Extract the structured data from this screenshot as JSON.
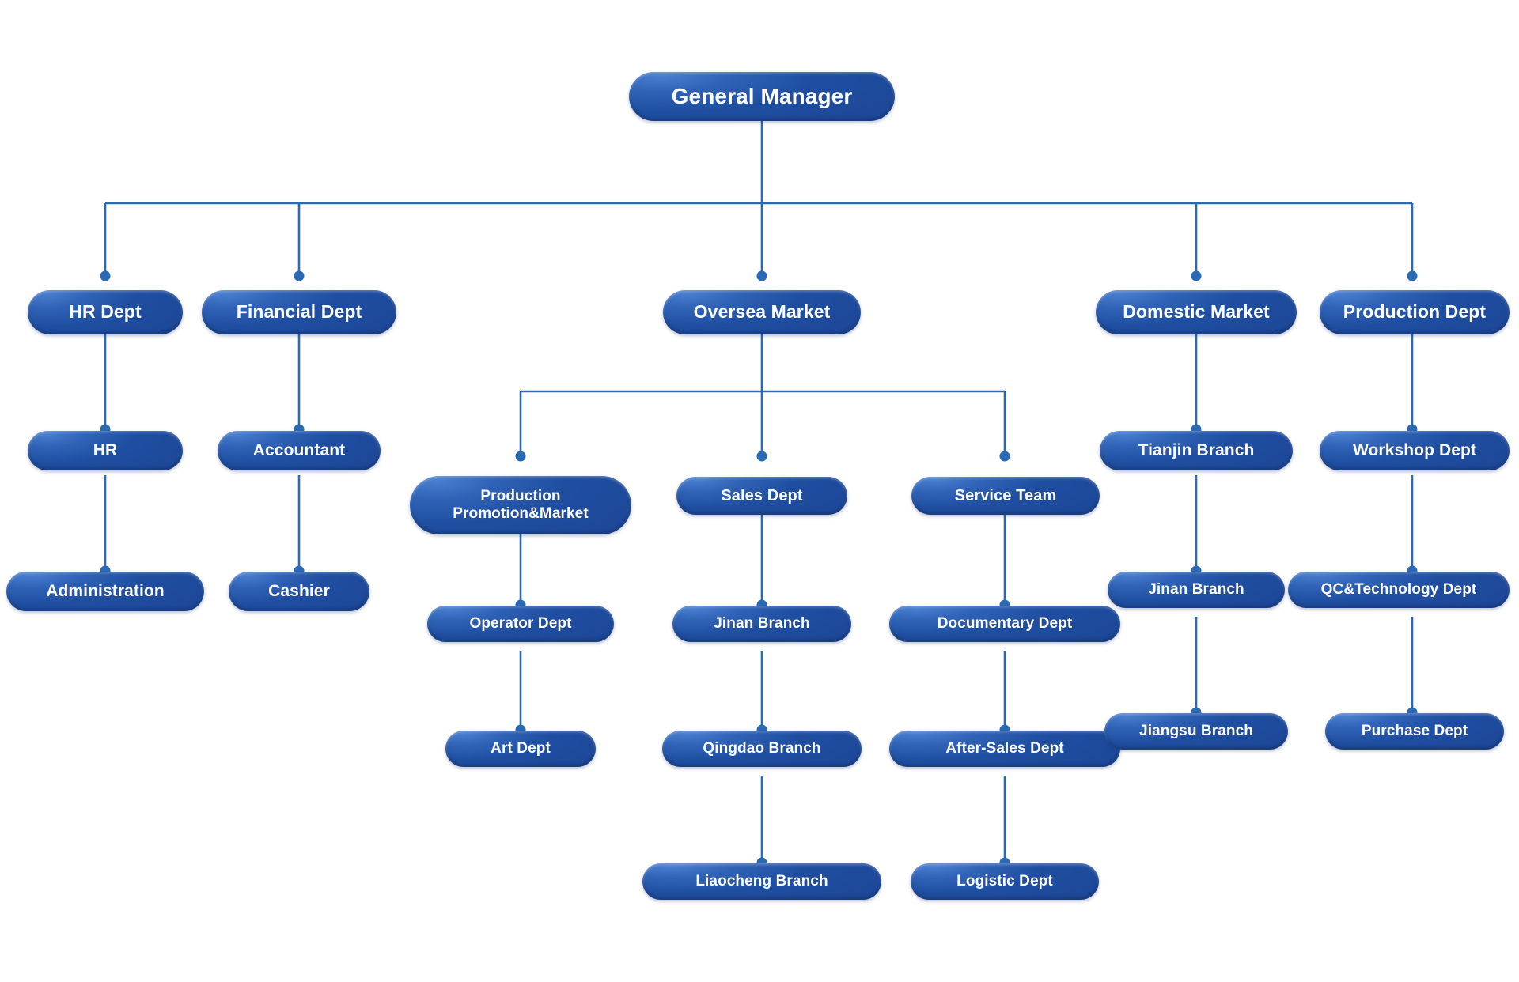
{
  "diagram": {
    "title": "Organization Chart",
    "type": "org-chart",
    "background_color": "#ffffff",
    "node_fill_color": "#1d4596",
    "node_highlight_color": "#4a7fd0",
    "node_text_color": "#ffffff",
    "connector_color": "#2a6ab5"
  },
  "nodes": {
    "general_manager": "General Manager",
    "hr_dept": "HR Dept",
    "hr": "HR",
    "administration": "Administration",
    "financial_dept": "Financial Dept",
    "accountant": "Accountant",
    "cashier": "Cashier",
    "oversea_market": "Oversea Market",
    "production_promotion_market_line1": "Production",
    "production_promotion_market_line2": "Promotion&Market",
    "operator_dept": "Operator Dept",
    "art_dept": "Art Dept",
    "sales_dept": "Sales Dept",
    "jinan_branch_sales": "Jinan Branch",
    "qingdao_branch": "Qingdao Branch",
    "liaocheng_branch": "Liaocheng Branch",
    "service_team": "Service Team",
    "documentary_dept": "Documentary Dept",
    "after_sales_dept": "After-Sales Dept",
    "logistic_dept": "Logistic Dept",
    "domestic_market": "Domestic Market",
    "tianjin_branch": "Tianjin Branch",
    "jinan_branch_domestic": "Jinan Branch",
    "jiangsu_branch": "Jiangsu Branch",
    "production_dept": "Production Dept",
    "workshop_dept": "Workshop Dept",
    "qc_technology_dept": "QC&Technology Dept",
    "purchase_dept": "Purchase Dept"
  },
  "hierarchy": {
    "root": "General Manager",
    "children": [
      {
        "label": "HR Dept",
        "children": [
          {
            "label": "HR",
            "children": [
              {
                "label": "Administration",
                "children": []
              }
            ]
          }
        ]
      },
      {
        "label": "Financial Dept",
        "children": [
          {
            "label": "Accountant",
            "children": [
              {
                "label": "Cashier",
                "children": []
              }
            ]
          }
        ]
      },
      {
        "label": "Oversea Market",
        "children": [
          {
            "label": "Production Promotion&Market",
            "children": [
              {
                "label": "Operator Dept",
                "children": [
                  {
                    "label": "Art Dept",
                    "children": []
                  }
                ]
              }
            ]
          },
          {
            "label": "Sales Dept",
            "children": [
              {
                "label": "Jinan Branch",
                "children": [
                  {
                    "label": "Qingdao Branch",
                    "children": [
                      {
                        "label": "Liaocheng Branch",
                        "children": []
                      }
                    ]
                  }
                ]
              }
            ]
          },
          {
            "label": "Service Team",
            "children": [
              {
                "label": "Documentary Dept",
                "children": [
                  {
                    "label": "After-Sales Dept",
                    "children": [
                      {
                        "label": "Logistic Dept",
                        "children": []
                      }
                    ]
                  }
                ]
              }
            ]
          }
        ]
      },
      {
        "label": "Domestic Market",
        "children": [
          {
            "label": "Tianjin Branch",
            "children": [
              {
                "label": "Jinan Branch",
                "children": [
                  {
                    "label": "Jiangsu Branch",
                    "children": []
                  }
                ]
              }
            ]
          }
        ]
      },
      {
        "label": "Production Dept",
        "children": [
          {
            "label": "Workshop Dept",
            "children": [
              {
                "label": "QC&Technology Dept",
                "children": [
                  {
                    "label": "Purchase Dept",
                    "children": []
                  }
                ]
              }
            ]
          }
        ]
      }
    ]
  }
}
